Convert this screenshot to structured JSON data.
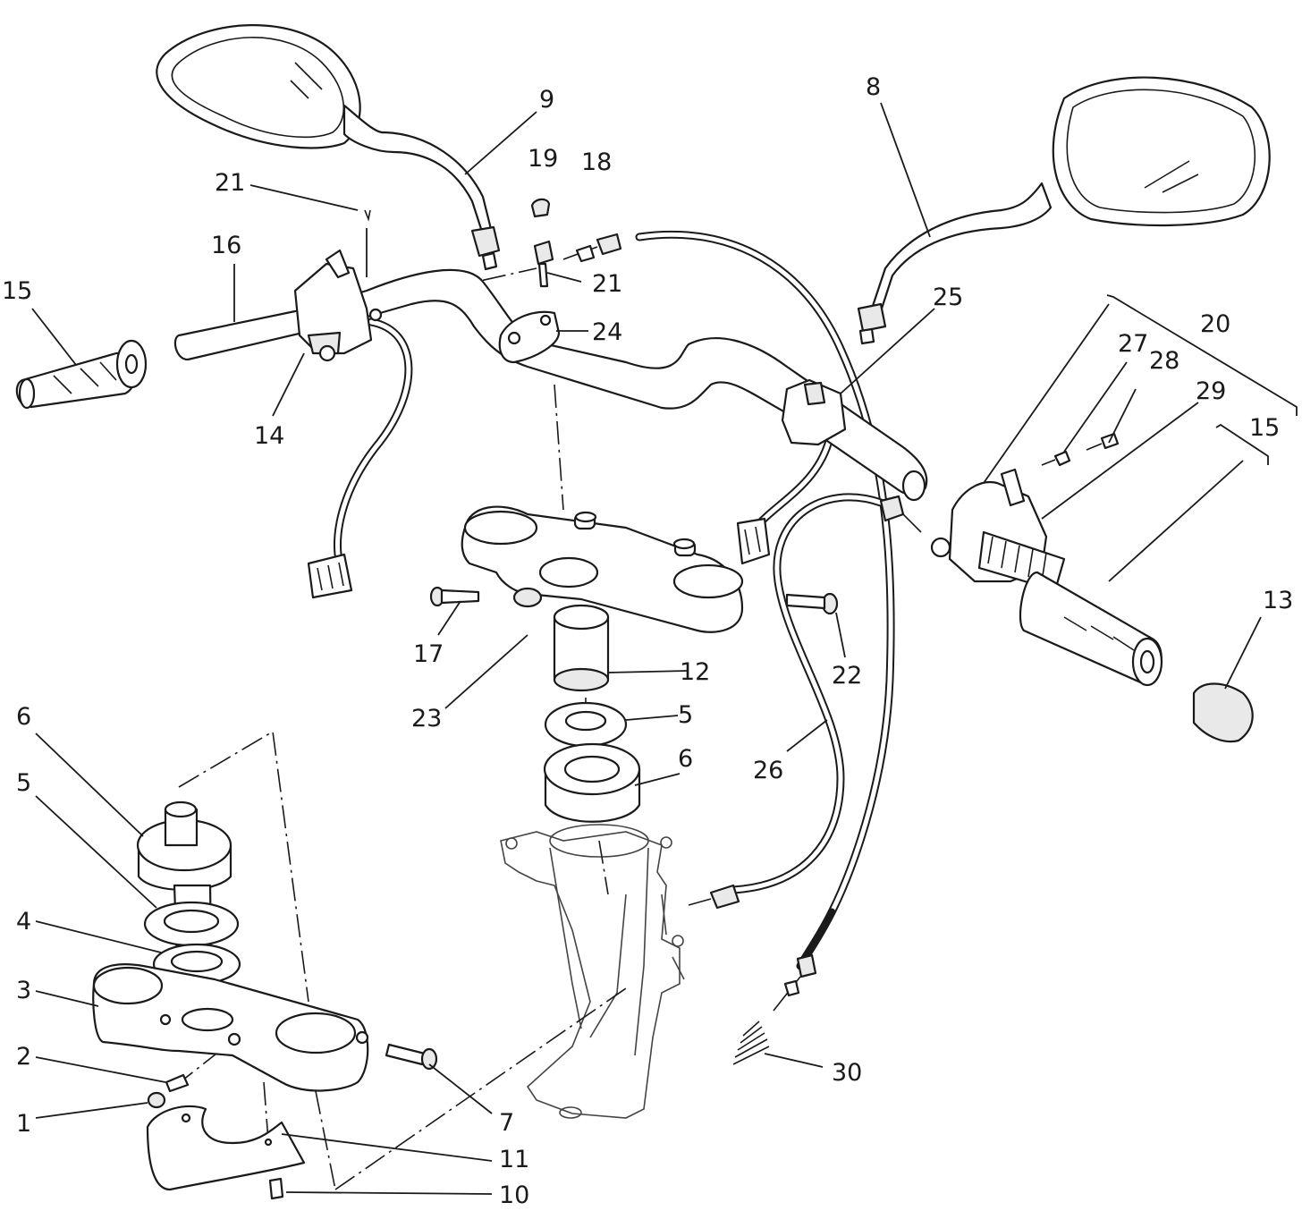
{
  "callouts": [
    {
      "id": "c9",
      "text": "9"
    },
    {
      "id": "c8",
      "text": "8"
    },
    {
      "id": "c19",
      "text": "19"
    },
    {
      "id": "c18",
      "text": "18"
    },
    {
      "id": "c21a",
      "text": "21"
    },
    {
      "id": "c16",
      "text": "16"
    },
    {
      "id": "c21b",
      "text": "21"
    },
    {
      "id": "c24",
      "text": "24"
    },
    {
      "id": "c15a",
      "text": "15"
    },
    {
      "id": "c14",
      "text": "14"
    },
    {
      "id": "c25",
      "text": "25"
    },
    {
      "id": "c20",
      "text": "20"
    },
    {
      "id": "c27",
      "text": "27"
    },
    {
      "id": "c28",
      "text": "28"
    },
    {
      "id": "c29",
      "text": "29"
    },
    {
      "id": "c15b",
      "text": "15"
    },
    {
      "id": "c13",
      "text": "13"
    },
    {
      "id": "c17",
      "text": "17"
    },
    {
      "id": "c22",
      "text": "22"
    },
    {
      "id": "c12",
      "text": "12"
    },
    {
      "id": "c23",
      "text": "23"
    },
    {
      "id": "c5a",
      "text": "5"
    },
    {
      "id": "c6a",
      "text": "6"
    },
    {
      "id": "c6b",
      "text": "6"
    },
    {
      "id": "c5b",
      "text": "5"
    },
    {
      "id": "c26",
      "text": "26"
    },
    {
      "id": "c4",
      "text": "4"
    },
    {
      "id": "c3",
      "text": "3"
    },
    {
      "id": "c2",
      "text": "2"
    },
    {
      "id": "c30",
      "text": "30"
    },
    {
      "id": "c7",
      "text": "7"
    },
    {
      "id": "c1",
      "text": "1"
    },
    {
      "id": "c11",
      "text": "11"
    },
    {
      "id": "c10",
      "text": "10"
    }
  ]
}
